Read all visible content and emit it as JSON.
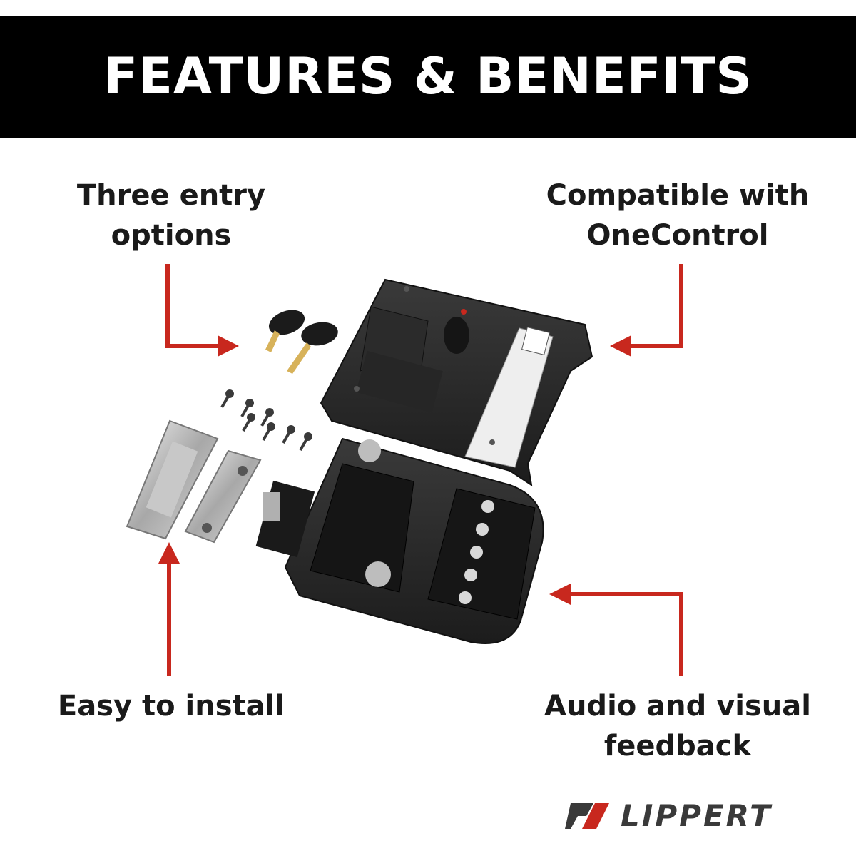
{
  "banner": {
    "title": "FEATURES & BENEFITS"
  },
  "callouts": {
    "top_left": {
      "line1": "Three entry",
      "line2": "options"
    },
    "top_right": {
      "line1": "Compatible with",
      "line2": "OneControl"
    },
    "bottom_left": {
      "line1": "Easy to install"
    },
    "bottom_right": {
      "line1": "Audio and visual",
      "line2": "feedback"
    }
  },
  "brand": {
    "name": "LIPPERT"
  },
  "colors": {
    "arrow": "#c8281e",
    "banner_bg": "#000000",
    "lock_body": "#2a2a2a",
    "logo_red": "#c8281e"
  }
}
